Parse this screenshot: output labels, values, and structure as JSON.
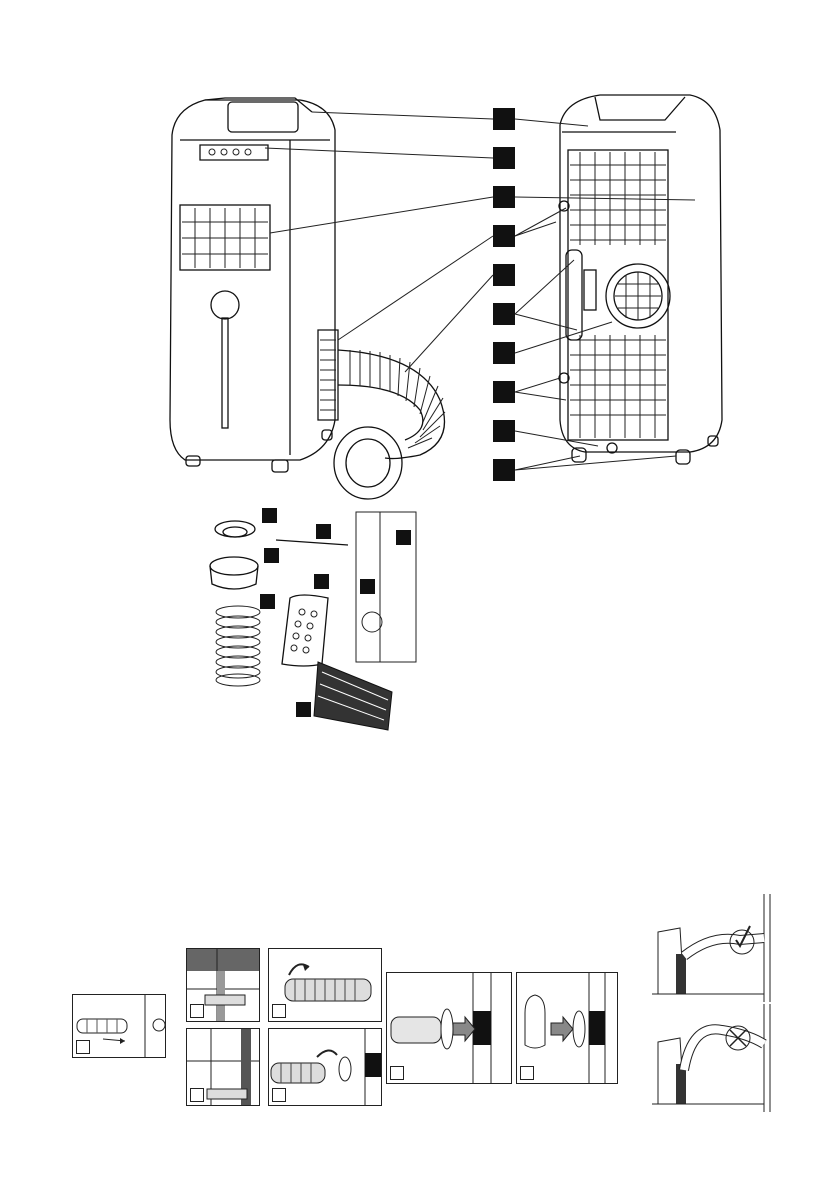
{
  "figure": {
    "callouts": 10,
    "accessory_callouts": 8
  },
  "install_steps": [
    "hose-cap",
    "window-kit-top",
    "window-kit-bottom",
    "hose-twist",
    "hose-connect",
    "flange-push",
    "cap-push",
    "correct-hose",
    "incorrect-hose"
  ]
}
